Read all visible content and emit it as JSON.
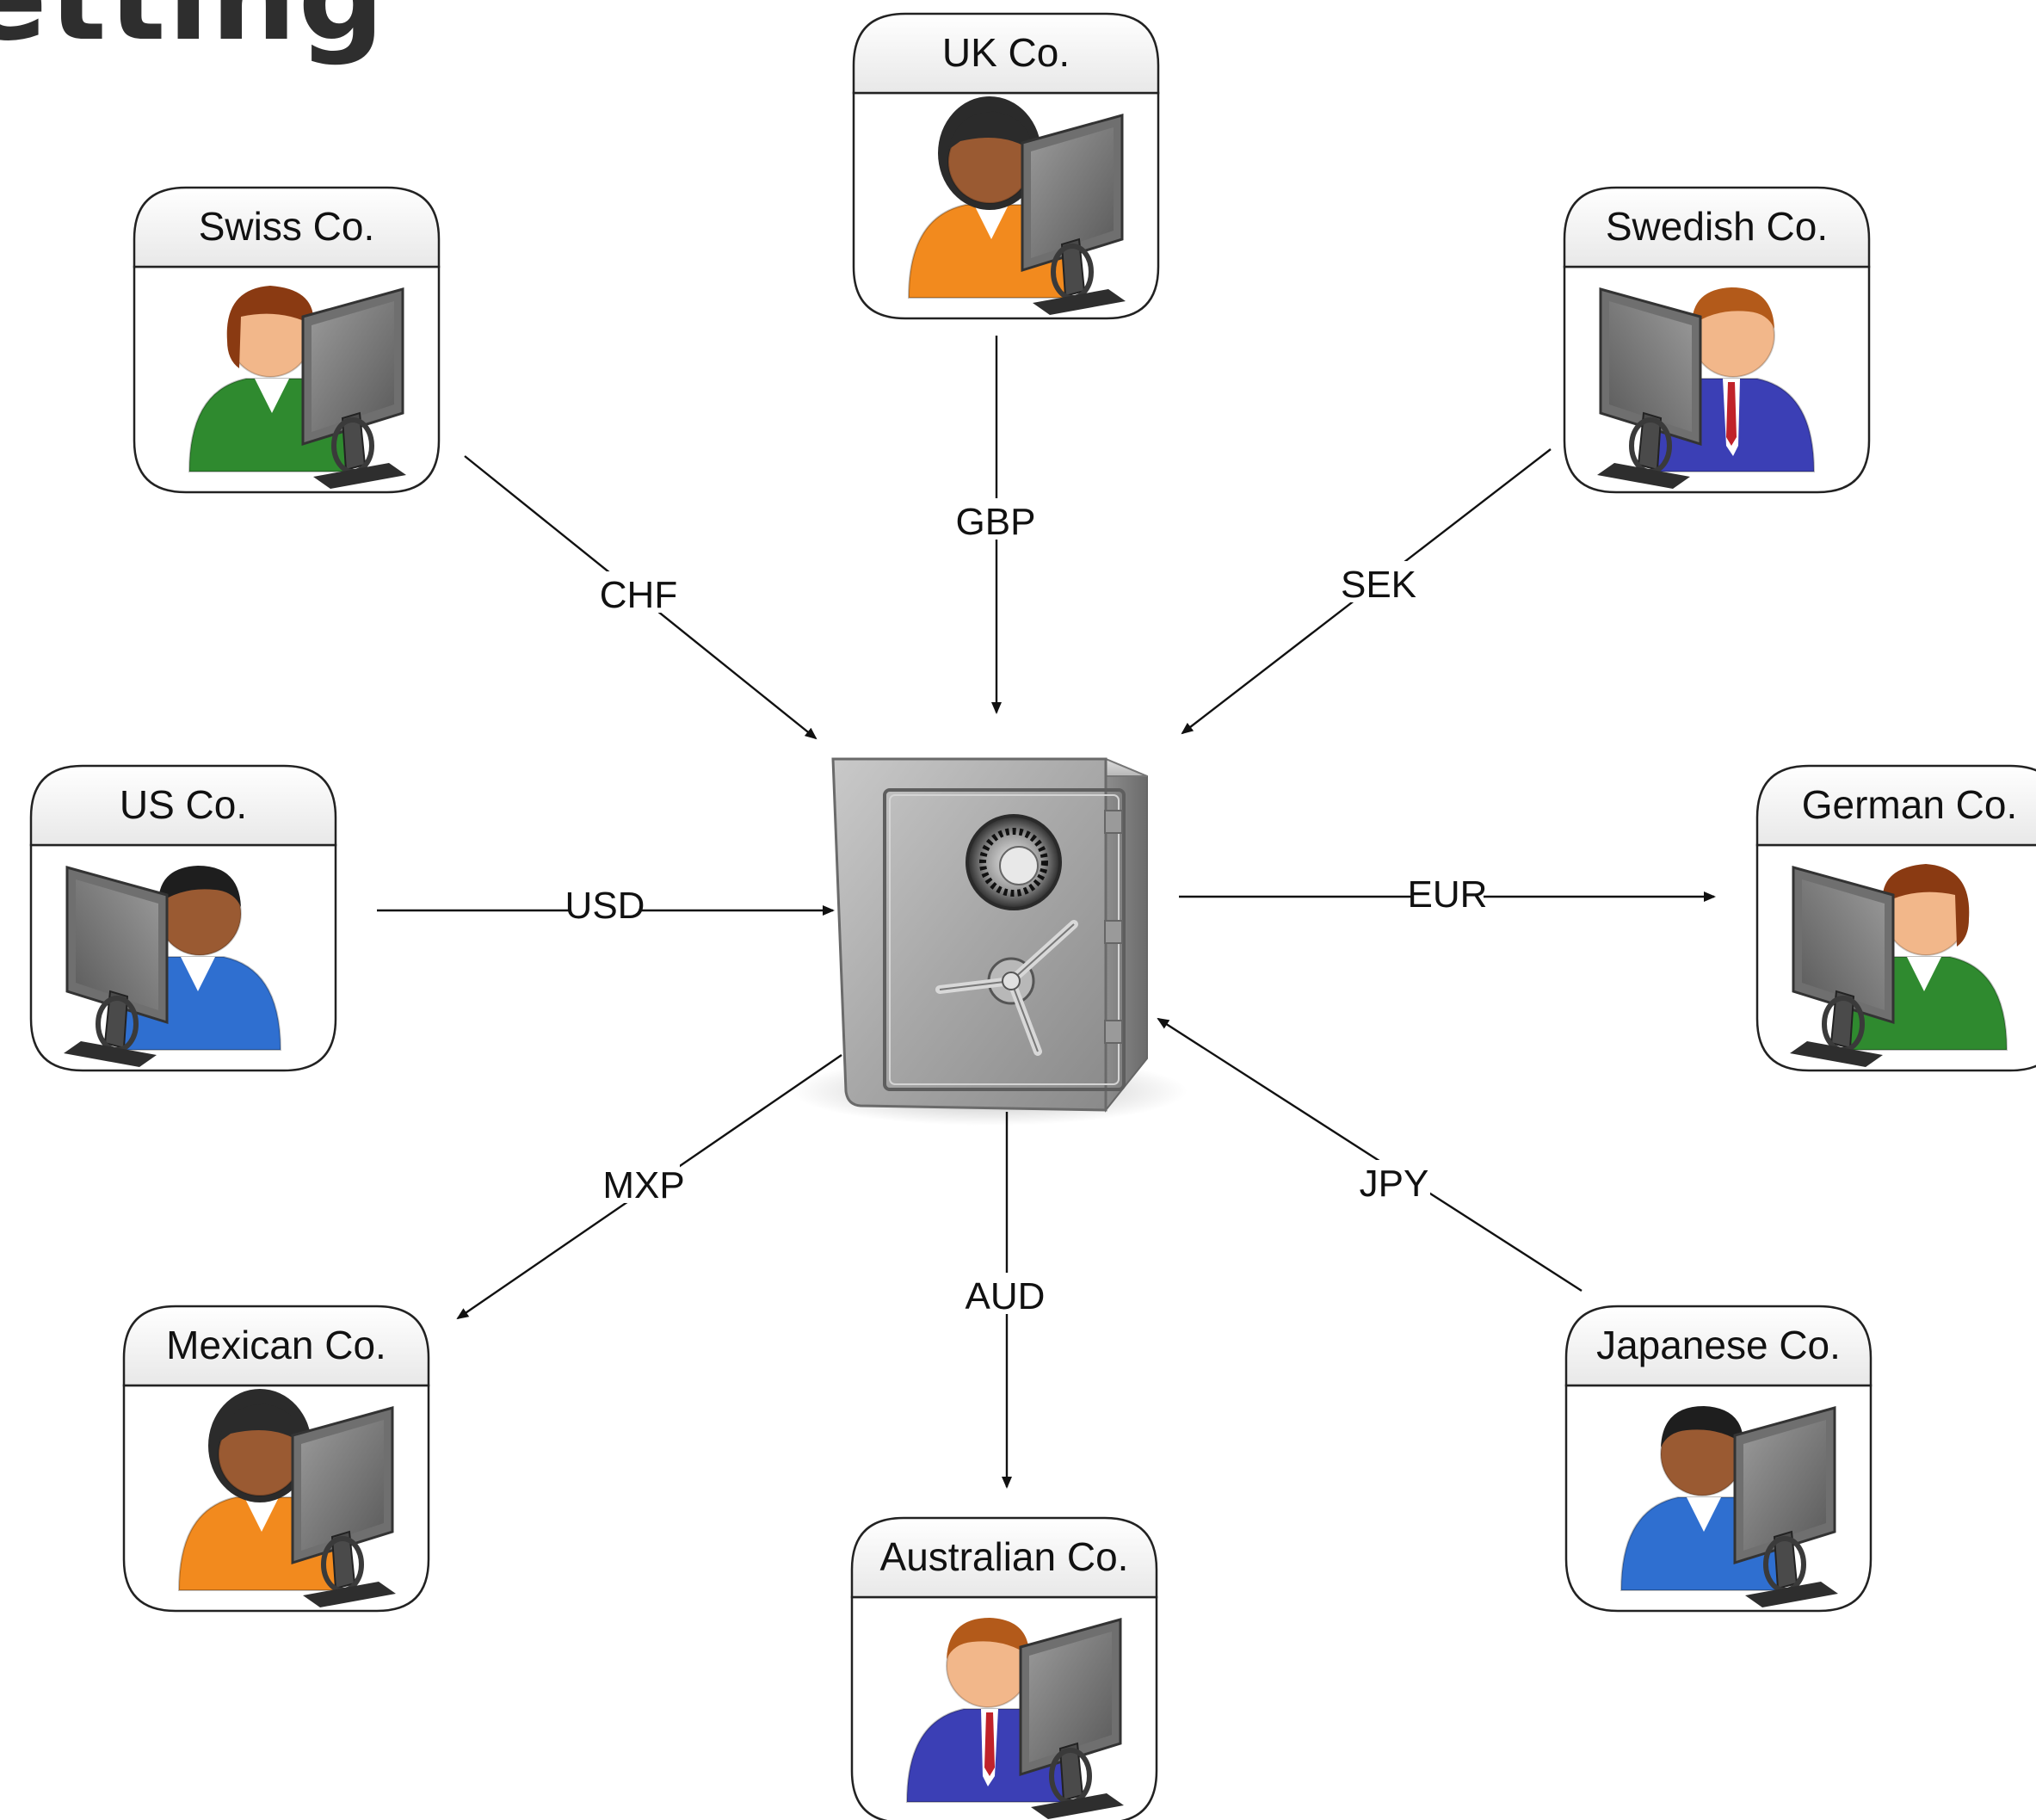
{
  "heading": "etting",
  "hub": {
    "icon": "bank-safe-icon"
  },
  "companies": [
    {
      "id": "uk",
      "name": "UK Co.",
      "currency": "GBP",
      "flow": "in",
      "person": {
        "skin": "#9a5a32",
        "hair": "#2b2b2b",
        "shirt": "#f28a1e",
        "style": "female-long"
      }
    },
    {
      "id": "swiss",
      "name": "Swiss Co.",
      "currency": "CHF",
      "flow": "in",
      "person": {
        "skin": "#f2b78a",
        "hair": "#8a3a12",
        "shirt": "#2f8a2f",
        "style": "female-bob"
      }
    },
    {
      "id": "swedish",
      "name": "Swedish Co.",
      "currency": "SEK",
      "flow": "in",
      "person": {
        "skin": "#f2b78a",
        "hair": "#b35a1a",
        "shirt": "#3b3fb5",
        "style": "male-tie"
      }
    },
    {
      "id": "us",
      "name": "US Co.",
      "currency": "USD",
      "flow": "in",
      "person": {
        "skin": "#9a5a32",
        "hair": "#1e1e1e",
        "shirt": "#2f6fd0",
        "style": "male"
      }
    },
    {
      "id": "german",
      "name": "German Co.",
      "currency": "EUR",
      "flow": "out",
      "person": {
        "skin": "#f2b78a",
        "hair": "#8a3a12",
        "shirt": "#2f8a2f",
        "style": "female-bob"
      }
    },
    {
      "id": "mexican",
      "name": "Mexican Co.",
      "currency": "MXP",
      "flow": "out",
      "person": {
        "skin": "#9a5a32",
        "hair": "#2b2b2b",
        "shirt": "#f28a1e",
        "style": "female-long"
      }
    },
    {
      "id": "australian",
      "name": "Australian Co.",
      "currency": "AUD",
      "flow": "out",
      "person": {
        "skin": "#f2b78a",
        "hair": "#b35a1a",
        "shirt": "#3b3fb5",
        "style": "male-tie"
      }
    },
    {
      "id": "japanese",
      "name": "Japanese Co.",
      "currency": "JPY",
      "flow": "in",
      "person": {
        "skin": "#9a5a32",
        "hair": "#1e1e1e",
        "shirt": "#2f6fd0",
        "style": "male"
      }
    }
  ]
}
